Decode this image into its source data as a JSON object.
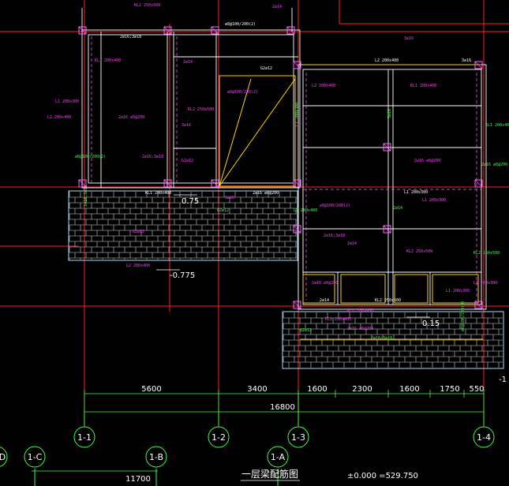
{
  "drawing": {
    "title": "一层梁配筋图",
    "elevation_note": "±0.000 =529.750",
    "level_labels": [
      "0.75",
      "-0.775",
      "0.15"
    ],
    "edge_mark": "-1"
  },
  "dimensions": {
    "spans": [
      "5600",
      "3400",
      "1600",
      "2300",
      "1600",
      "1750",
      "550"
    ],
    "total_right": "16800",
    "total_left": "11700"
  },
  "axes": {
    "row_bubbles": [
      "1-1",
      "1-2",
      "1-3",
      "1-4"
    ],
    "lower_bubbles": [
      "1-C",
      "1-B",
      "1-A",
      "D"
    ]
  },
  "annotations": {
    "beam_tags": [
      "KL1 200x400",
      "2⌀16 ⌀8@200",
      "L1 200x300",
      "2⌀14",
      "KL2 250x500",
      "⌀8@100/200(2)",
      "2⌀16;3⌀18",
      "G2⌀12",
      "L2 200x400",
      "3⌀16"
    ]
  }
}
